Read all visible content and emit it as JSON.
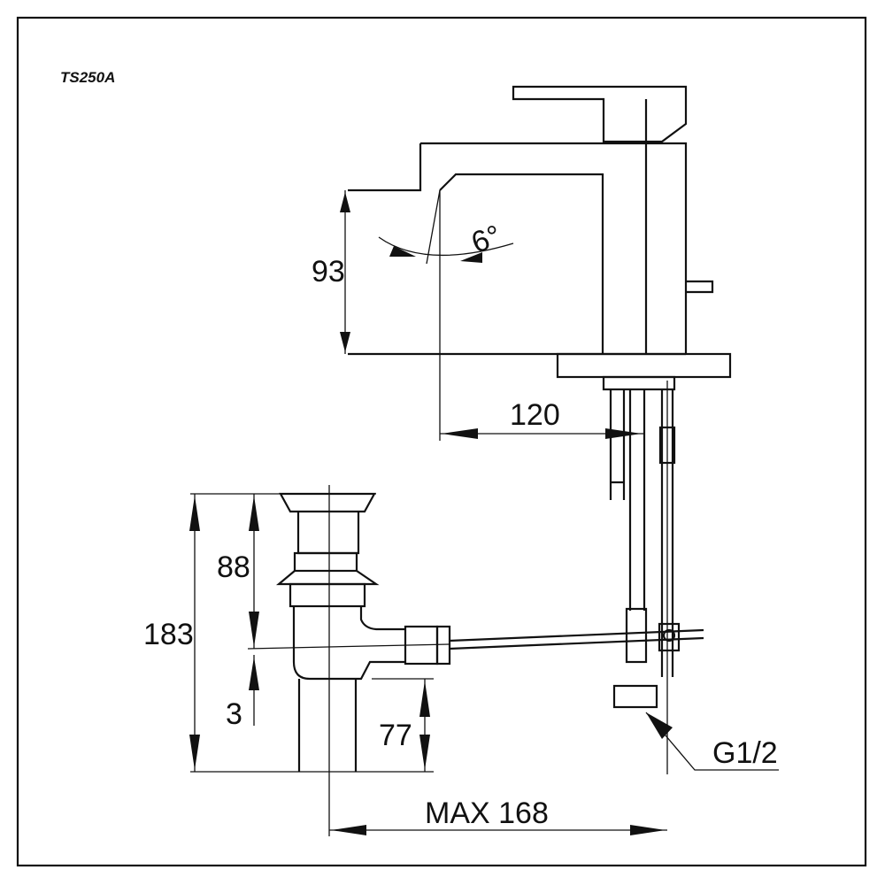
{
  "model": "TS250A",
  "dimensions": {
    "spout_height": "93",
    "spout_angle": "6°",
    "spout_reach": "120",
    "drain_total": "183",
    "drain_upper": "88",
    "drain_offset": "3",
    "drain_lower": "77",
    "max_width": "MAX 168",
    "thread": "G1/2"
  }
}
